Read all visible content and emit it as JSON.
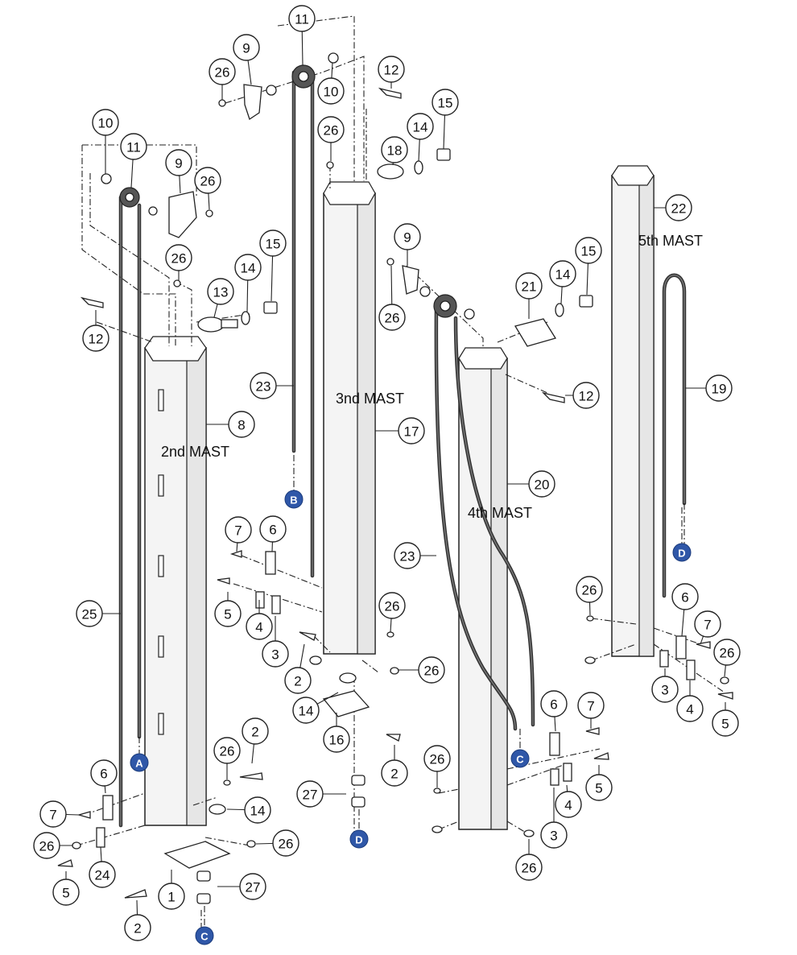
{
  "mast_labels": {
    "second": "2nd MAST",
    "third": "3nd MAST",
    "fourth": "4th MAST",
    "fifth": "5th MAST"
  },
  "callouts": [
    "1",
    "2",
    "3",
    "4",
    "5",
    "6",
    "7",
    "8",
    "9",
    "10",
    "11",
    "12",
    "13",
    "14",
    "15",
    "16",
    "17",
    "18",
    "19",
    "20",
    "21",
    "22",
    "23",
    "24",
    "25",
    "26",
    "27"
  ],
  "connectors": [
    "A",
    "B",
    "C",
    "D"
  ],
  "colors": {
    "connector_fill": "#2f57a8",
    "line": "#222222",
    "mast_fill": "#f4f4f4"
  }
}
